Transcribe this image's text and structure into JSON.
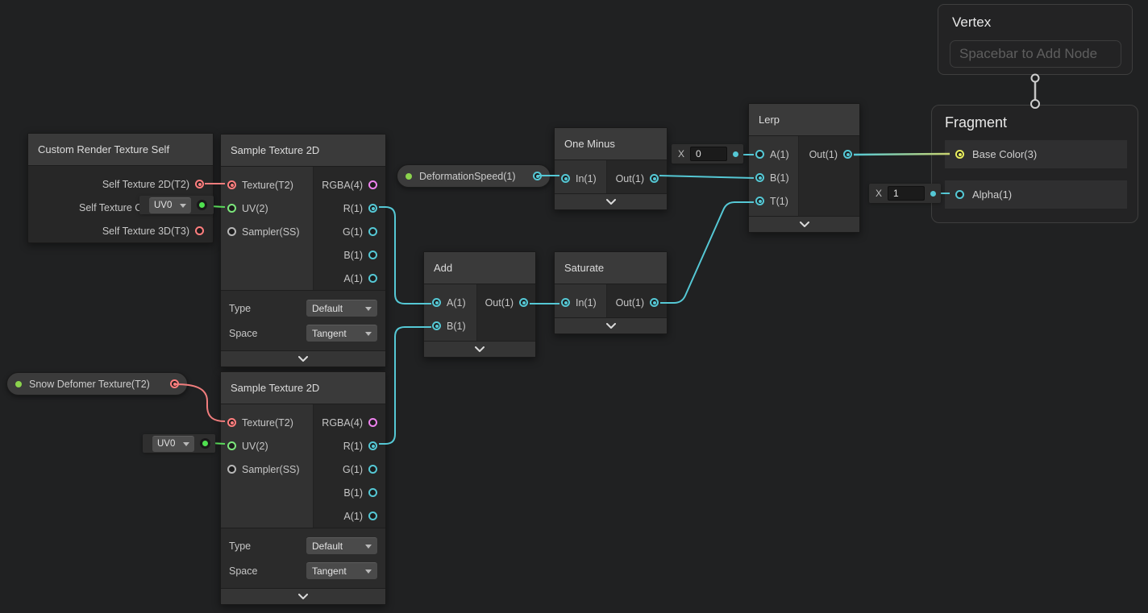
{
  "properties": {
    "deformation_speed": {
      "label": "DeformationSpeed(1)"
    },
    "snow_deformer": {
      "label": "Snow Defomer Texture(T2)"
    }
  },
  "nodes": {
    "crt": {
      "title": "Custom Render Texture Self",
      "out1": "Self Texture 2D(T2)",
      "out2": "Self Texture C",
      "out3": "Self Texture 3D(T3)"
    },
    "sample1": {
      "title": "Sample Texture 2D",
      "in1": "Texture(T2)",
      "in2": "UV(2)",
      "in3": "Sampler(SS)",
      "out1": "RGBA(4)",
      "out2": "R(1)",
      "out3": "G(1)",
      "out4": "B(1)",
      "out5": "A(1)",
      "type_label": "Type",
      "type_value": "Default",
      "space_label": "Space",
      "space_value": "Tangent"
    },
    "sample2": {
      "title": "Sample Texture 2D",
      "in1": "Texture(T2)",
      "in2": "UV(2)",
      "in3": "Sampler(SS)",
      "out1": "RGBA(4)",
      "out2": "R(1)",
      "out3": "G(1)",
      "out4": "B(1)",
      "out5": "A(1)",
      "type_label": "Type",
      "type_value": "Default",
      "space_label": "Space",
      "space_value": "Tangent"
    },
    "one_minus": {
      "title": "One Minus",
      "in1": "In(1)",
      "out1": "Out(1)"
    },
    "add": {
      "title": "Add",
      "in1": "A(1)",
      "in2": "B(1)",
      "out1": "Out(1)"
    },
    "saturate": {
      "title": "Saturate",
      "in1": "In(1)",
      "out1": "Out(1)"
    },
    "lerp": {
      "title": "Lerp",
      "in1": "A(1)",
      "in2": "B(1)",
      "in3": "T(1)",
      "out1": "Out(1)"
    },
    "vertex": {
      "title": "Vertex",
      "placeholder": "Spacebar to Add Node"
    },
    "fragment": {
      "title": "Fragment",
      "port1": "Base Color(3)",
      "port2": "Alpha(1)"
    }
  },
  "inline_values": {
    "lerp_a": {
      "label": "X",
      "value": "0"
    },
    "fragment_alpha": {
      "label": "X",
      "value": "1"
    },
    "sample1_uv": {
      "value": "UV0"
    },
    "sample2_uv": {
      "value": "UV0"
    }
  },
  "colors": {
    "canvas_bg": "#202122",
    "wire_cyan": "#55c8d5",
    "wire_red": "#f07d7d",
    "wire_green": "#5adb5a",
    "wire_yellow_end": "#c9d36e",
    "port_cyan": "#55c8d5",
    "port_red": "#ff7e7e",
    "port_green": "#7ce67c",
    "port_magenta": "#ee82ee",
    "port_yellow": "#e9ee5e",
    "port_gray": "#b8b8b8",
    "property_dot_green": "#8bd34d"
  }
}
